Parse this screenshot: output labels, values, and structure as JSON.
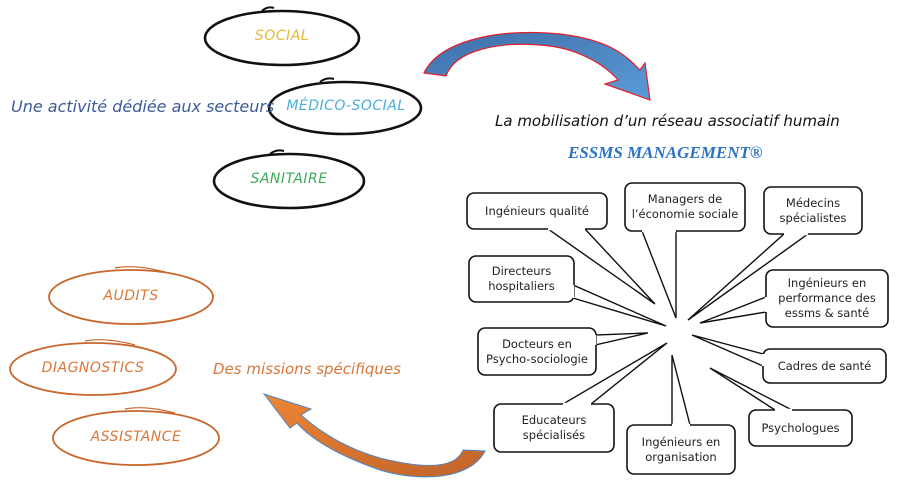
{
  "sectors": {
    "intro": "Une activité dédiée aux secteurs",
    "items": [
      {
        "label": "SOCIAL",
        "color": "#E8B830"
      },
      {
        "label": "MÉDICO-SOCIAL",
        "color": "#4AAED8"
      },
      {
        "label": "SANITAIRE",
        "color": "#3BAA5A"
      }
    ],
    "intro_color": "#3D5A98"
  },
  "network": {
    "heading": "La mobilisation d’un réseau associatif humain",
    "brand": "ESSMS MANAGEMENT®",
    "brand_color": "#2B73C3",
    "callouts": [
      {
        "id": "ingenieurs-qualite",
        "lines": [
          "Ingénieurs qualité"
        ]
      },
      {
        "id": "managers-economie-sociale",
        "lines": [
          "Managers de",
          "l’économie sociale"
        ]
      },
      {
        "id": "medecins-specialistes",
        "lines": [
          "Médecins",
          "spécialistes"
        ]
      },
      {
        "id": "directeurs-hospitaliers",
        "lines": [
          "Directeurs",
          "hospitaliers"
        ]
      },
      {
        "id": "ingenieurs-performance",
        "lines": [
          "Ingénieurs en",
          "performance des",
          "essms & santé"
        ]
      },
      {
        "id": "docteurs-psycho-sociologie",
        "lines": [
          "Docteurs en",
          "Psycho-sociologie"
        ]
      },
      {
        "id": "cadres-de-sante",
        "lines": [
          "Cadres de santé"
        ]
      },
      {
        "id": "educateurs-specialises",
        "lines": [
          "Educateurs",
          "spécialisés"
        ]
      },
      {
        "id": "ingenieurs-organisation",
        "lines": [
          "Ingénieurs en",
          "organisation"
        ]
      },
      {
        "id": "psychologues",
        "lines": [
          "Psychologues"
        ]
      }
    ]
  },
  "missions": {
    "intro": "Des missions spécifiques",
    "color": "#D9773A",
    "items": [
      {
        "label": "AUDITS"
      },
      {
        "label": "DIAGNOSTICS"
      },
      {
        "label": "ASSISTANCE"
      }
    ]
  },
  "arrows": {
    "top": {
      "fill": "#4F86C6",
      "stroke": "#E0202A"
    },
    "bottom": {
      "fill": "#E07B35",
      "stroke": "#4F86C6"
    }
  }
}
